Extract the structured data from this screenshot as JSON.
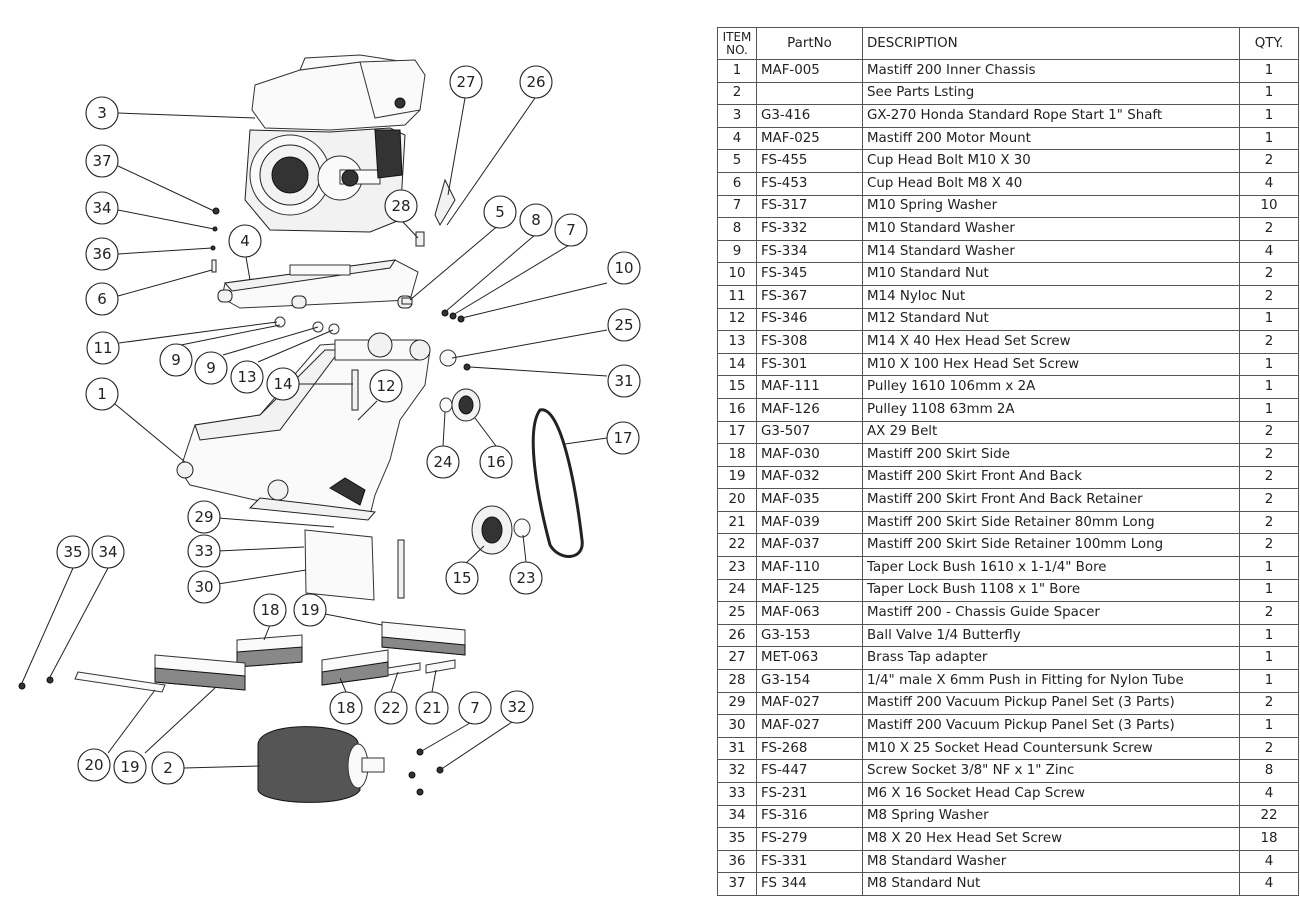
{
  "table": {
    "headers": {
      "item": "ITEM NO.",
      "part": "PartNo",
      "desc": "DESCRIPTION",
      "qty": "QTY."
    },
    "rows": [
      {
        "item": "1",
        "part": "MAF-005",
        "desc": "Mastiff 200 Inner Chassis",
        "qty": "1"
      },
      {
        "item": "2",
        "part": "",
        "desc": "See Parts Lsting",
        "qty": "1"
      },
      {
        "item": "3",
        "part": "G3-416",
        "desc": "GX-270 Honda Standard Rope Start 1\" Shaft",
        "qty": "1"
      },
      {
        "item": "4",
        "part": "MAF-025",
        "desc": "Mastiff 200 Motor Mount",
        "qty": "1"
      },
      {
        "item": "5",
        "part": "FS-455",
        "desc": "Cup Head Bolt M10 X 30",
        "qty": "2"
      },
      {
        "item": "6",
        "part": "FS-453",
        "desc": "Cup Head Bolt M8 X 40",
        "qty": "4"
      },
      {
        "item": "7",
        "part": "FS-317",
        "desc": "M10 Spring Washer",
        "qty": "10"
      },
      {
        "item": "8",
        "part": "FS-332",
        "desc": "M10 Standard Washer",
        "qty": "2"
      },
      {
        "item": "9",
        "part": "FS-334",
        "desc": "M14 Standard Washer",
        "qty": "4"
      },
      {
        "item": "10",
        "part": "FS-345",
        "desc": "M10 Standard Nut",
        "qty": "2"
      },
      {
        "item": "11",
        "part": "FS-367",
        "desc": "M14 Nyloc Nut",
        "qty": "2"
      },
      {
        "item": "12",
        "part": "FS-346",
        "desc": "M12 Standard Nut",
        "qty": "1"
      },
      {
        "item": "13",
        "part": "FS-308",
        "desc": "M14 X 40 Hex Head Set Screw",
        "qty": "2"
      },
      {
        "item": "14",
        "part": "FS-301",
        "desc": "M10 X 100  Hex Head Set Screw",
        "qty": "1"
      },
      {
        "item": "15",
        "part": "MAF-111",
        "desc": "Pulley 1610 106mm x 2A",
        "qty": "1"
      },
      {
        "item": "16",
        "part": "MAF-126",
        "desc": "Pulley 1108 63mm 2A",
        "qty": "1"
      },
      {
        "item": "17",
        "part": "G3-507",
        "desc": "AX 29 Belt",
        "qty": "2"
      },
      {
        "item": "18",
        "part": "MAF-030",
        "desc": "Mastiff 200 Skirt Side",
        "qty": "2"
      },
      {
        "item": "19",
        "part": "MAF-032",
        "desc": "Mastiff 200 Skirt Front And Back",
        "qty": "2"
      },
      {
        "item": "20",
        "part": "MAF-035",
        "desc": "Mastiff 200 Skirt Front And Back Retainer",
        "qty": "2"
      },
      {
        "item": "21",
        "part": "MAF-039",
        "desc": "Mastiff 200 Skirt Side Retainer 80mm Long",
        "qty": "2"
      },
      {
        "item": "22",
        "part": "MAF-037",
        "desc": "Mastiff 200 Skirt Side Retainer 100mm Long",
        "qty": "2"
      },
      {
        "item": "23",
        "part": "MAF-110",
        "desc": "Taper Lock Bush 1610 x 1-1/4\" Bore",
        "qty": "1"
      },
      {
        "item": "24",
        "part": "MAF-125",
        "desc": "Taper Lock Bush 1108 x 1\" Bore",
        "qty": "1"
      },
      {
        "item": "25",
        "part": "MAF-063",
        "desc": "Mastiff 200 - Chassis Guide Spacer",
        "qty": "2"
      },
      {
        "item": "26",
        "part": "G3-153",
        "desc": "Ball Valve 1/4 Butterfly",
        "qty": "1"
      },
      {
        "item": "27",
        "part": "MET-063",
        "desc": "Brass Tap adapter",
        "qty": "1"
      },
      {
        "item": "28",
        "part": "G3-154",
        "desc": "1/4\" male X 6mm Push in Fitting for Nylon Tube",
        "qty": "1"
      },
      {
        "item": "29",
        "part": "MAF-027",
        "desc": "Mastiff 200 Vacuum Pickup Panel Set (3 Parts)",
        "qty": "2"
      },
      {
        "item": "30",
        "part": "MAF-027",
        "desc": "Mastiff 200 Vacuum Pickup Panel Set (3 Parts)",
        "qty": "1"
      },
      {
        "item": "31",
        "part": "FS-268",
        "desc": "M10 X 25 Socket Head Countersunk Screw",
        "qty": "2"
      },
      {
        "item": "32",
        "part": "FS-447",
        "desc": "Screw Socket 3/8\" NF x 1\" Zinc",
        "qty": "8"
      },
      {
        "item": "33",
        "part": "FS-231",
        "desc": "M6 X 16 Socket Head Cap Screw",
        "qty": "4"
      },
      {
        "item": "34",
        "part": "FS-316",
        "desc": "M8 Spring Washer",
        "qty": "22"
      },
      {
        "item": "35",
        "part": "FS-279",
        "desc": "M8 X 20 Hex Head Set Screw",
        "qty": "18"
      },
      {
        "item": "36",
        "part": "FS-331",
        "desc": "M8 Standard Washer",
        "qty": "4"
      },
      {
        "item": "37",
        "part": "FS 344",
        "desc": "M8 Standard Nut",
        "qty": "4"
      }
    ]
  },
  "callouts": [
    "3",
    "37",
    "34",
    "36",
    "6",
    "4",
    "27",
    "26",
    "28",
    "5",
    "8",
    "7",
    "10",
    "11",
    "9",
    "9",
    "13",
    "25",
    "14",
    "12",
    "31",
    "1",
    "24",
    "16",
    "17",
    "29",
    "33",
    "30",
    "35",
    "34",
    "15",
    "23",
    "18",
    "19",
    "18",
    "22",
    "21",
    "7",
    "32",
    "20",
    "19",
    "2"
  ]
}
